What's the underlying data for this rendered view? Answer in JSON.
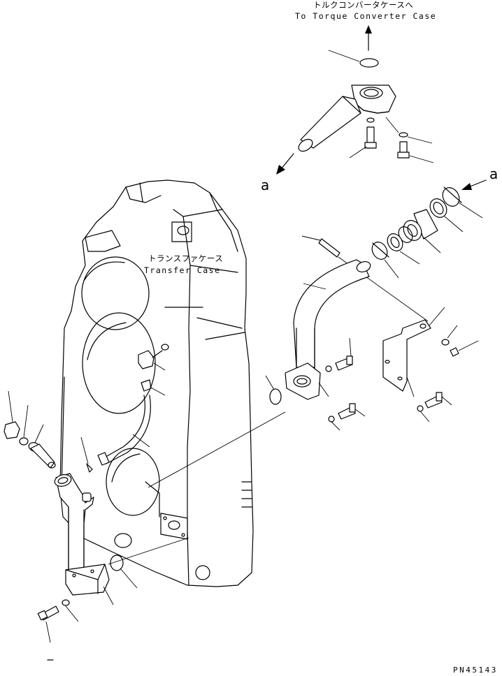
{
  "labels": {
    "torque_converter_jp": "トルクコンバータケースへ",
    "torque_converter_en": "To Torque Converter Case",
    "transfer_case_jp": "トランスファケース",
    "transfer_case_en": "Transfer Case",
    "ref_a_left": "a",
    "ref_a_right": "a",
    "drawing_code": "PN45143"
  }
}
